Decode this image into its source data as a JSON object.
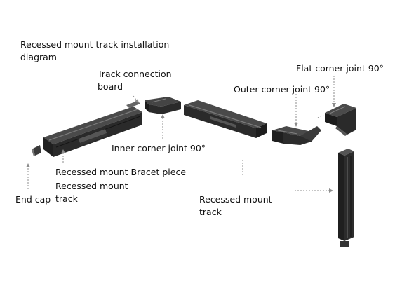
{
  "diagram": {
    "title": "Recessed mount track installation diagram",
    "labels": {
      "track_connection_board": "Track connection board",
      "flat_corner_joint": "Flat corner joint 90°",
      "outer_corner_joint": "Outer corner joint 90°",
      "inner_corner_joint": "Inner corner joint 90°",
      "bracket_piece": "Recessed mount Bracet piece",
      "recessed_mount_track_left": "Recessed mount track",
      "end_cap": "End cap",
      "recessed_mount_track_right": "Recessed mount track"
    },
    "colors": {
      "track": "#2a2a2a",
      "track_top": "#4a4a4a",
      "track_highlight": "#6e6e6e",
      "arrow": "#8c8c8c",
      "text": "#111111"
    }
  }
}
